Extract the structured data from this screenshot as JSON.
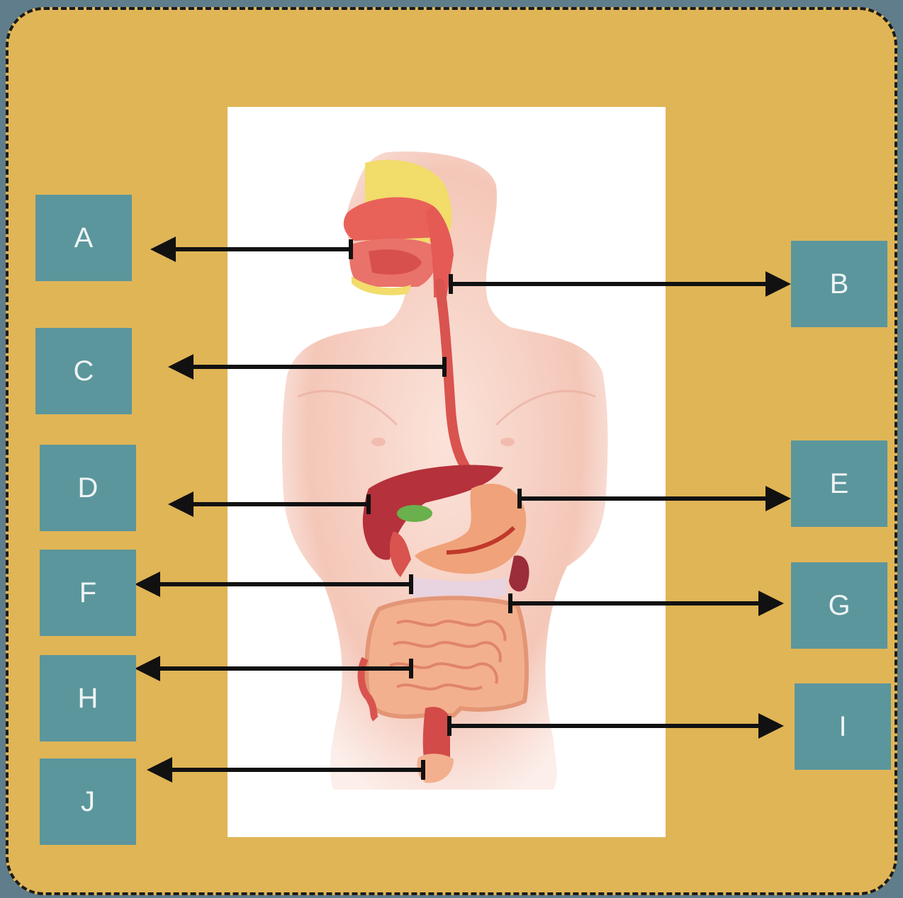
{
  "labels": [
    {
      "id": "A",
      "text": "A",
      "organ": "mouth",
      "side": "left"
    },
    {
      "id": "B",
      "text": "B",
      "organ": "pharynx",
      "side": "right"
    },
    {
      "id": "C",
      "text": "C",
      "organ": "esophagus",
      "side": "left"
    },
    {
      "id": "D",
      "text": "D",
      "organ": "liver",
      "side": "left"
    },
    {
      "id": "E",
      "text": "E",
      "organ": "stomach",
      "side": "right"
    },
    {
      "id": "F",
      "text": "F",
      "organ": "gallbladder-pancreas",
      "side": "left"
    },
    {
      "id": "G",
      "text": "G",
      "organ": "large-intestine",
      "side": "right"
    },
    {
      "id": "H",
      "text": "H",
      "organ": "small-intestine",
      "side": "left"
    },
    {
      "id": "I",
      "text": "I",
      "organ": "rectum",
      "side": "right"
    },
    {
      "id": "J",
      "text": "J",
      "organ": "anus",
      "side": "left"
    }
  ],
  "colors": {
    "background": "#5f7d8a",
    "frame": "#e0b556",
    "frame_border": "#1b1b1b",
    "label_box": "#5b969c",
    "label_text": "#eef4f5",
    "panel": "#ffffff",
    "arrow": "#111111"
  }
}
